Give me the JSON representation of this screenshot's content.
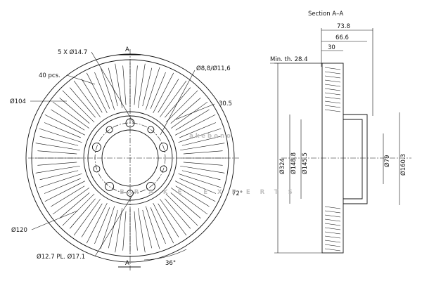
{
  "front_view": {
    "bolt_holes": "5 X Ø14.7",
    "vents": "40 pcs.",
    "bolt_circle": "Ø104",
    "hub_holes": "Ø8,8/Ø11,6",
    "offset_dim": "30.5",
    "angle_72": "72°",
    "center_bore": "Ø120",
    "pin_holes": "Ø12.7 PL. Ø17.1",
    "angle_36": "36°",
    "section_mark_top": "A",
    "section_mark_bottom": "A"
  },
  "section_view": {
    "title": "Section A–A",
    "width_total": "73.8",
    "width_hat": "66.6",
    "thickness": "30",
    "min_thickness": "Min. th. 28.4",
    "dia_outer": "Ø324",
    "dia_hat_outer": "Ø148.8",
    "dia_hat_inner": "Ø145.5",
    "dia_bore": "Ø79",
    "dia_pcd": "Ø160.3"
  },
  "watermark": {
    "brand": "akebono",
    "tagline": "BRAKE EXPERTS"
  },
  "colors": {
    "line": "#111111",
    "watermark": "#b8b8b8"
  }
}
